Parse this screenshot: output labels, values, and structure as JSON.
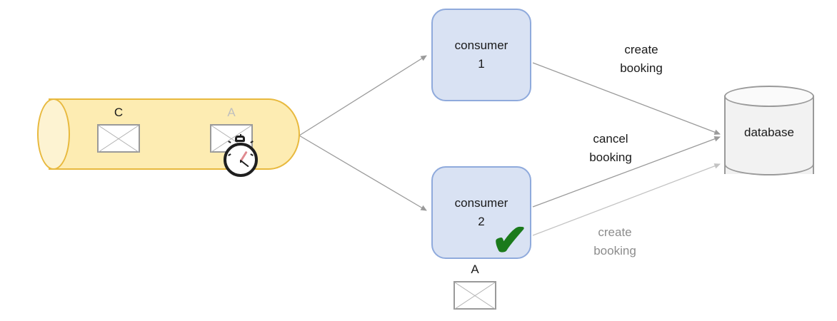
{
  "diagram": {
    "title": "message queue consumer duplicate delivery",
    "colors": {
      "queue_fill": "#fdecb2",
      "queue_border": "#e8b93e",
      "consumer_fill": "#d9e2f3",
      "consumer_border": "#8faadc",
      "database_fill": "#f2f2f2",
      "database_border": "#9a9a9a",
      "arrow": "#9a9a9a",
      "arrow_faded": "#c8c8c8",
      "check": "#1b7a1b",
      "text": "#1a1a1a",
      "text_faded": "#8c8c8c"
    }
  },
  "queue": {
    "name": "message-queue",
    "messages": [
      {
        "label": "C",
        "icon": "envelope-icon",
        "faded": false,
        "has_timer": false
      },
      {
        "label": "A",
        "icon": "envelope-icon",
        "faded": true,
        "has_timer": true,
        "timer_icon": "stopwatch-icon"
      }
    ]
  },
  "consumers": [
    {
      "name": "consumer-1",
      "line1": "consumer",
      "line2": "1",
      "acknowledged": false
    },
    {
      "name": "consumer-2",
      "line1": "consumer",
      "line2": "2",
      "acknowledged": true,
      "ack_icon": "green-check-icon"
    }
  ],
  "redelivered_message": {
    "label": "A",
    "icon": "envelope-icon"
  },
  "database": {
    "label": "database",
    "icon": "database-cylinder-icon"
  },
  "edges": [
    {
      "name": "queue-to-consumer-1",
      "label": "",
      "faded": false
    },
    {
      "name": "queue-to-consumer-2",
      "label": "",
      "faded": false
    },
    {
      "name": "consumer-1-to-database",
      "label": "create\nbooking",
      "faded": false
    },
    {
      "name": "consumer-2-cancel-to-database",
      "label": "cancel\nbooking",
      "faded": false
    },
    {
      "name": "consumer-2-create-to-database",
      "label": "create\nbooking",
      "faded": true
    }
  ]
}
